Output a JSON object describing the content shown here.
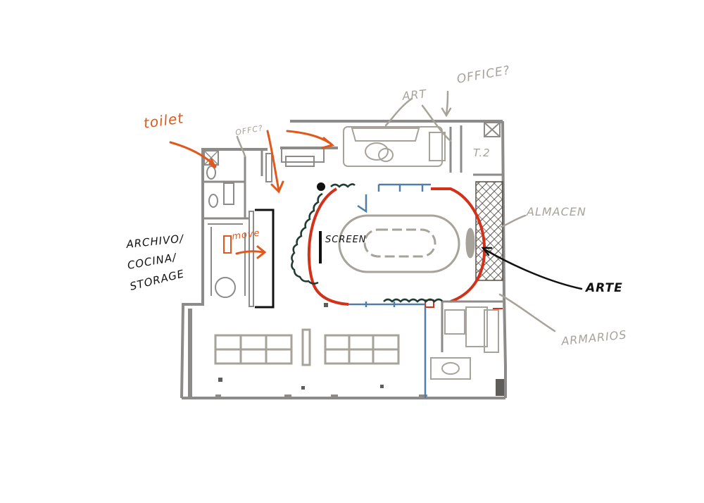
{
  "labels": {
    "toilet": "toilet",
    "office": "OFFICE?",
    "art_top": "ART",
    "office_small": "OFFC?",
    "t2": "T.2",
    "almacen": "ALMACEN",
    "arte": "ARTE",
    "armarios": "ARMARIOS",
    "screen": "SCREEN",
    "archive_line1": "ARCHIVO/",
    "archive_line2": "COCINA/",
    "archive_line3": "STORAGE",
    "move": "move"
  },
  "colors": {
    "wall": "#8c8b89",
    "orange": "#e0581b",
    "red": "#d2321a",
    "blue": "#4f7fa6",
    "green": "#1f3b33",
    "black": "#111111",
    "hatch": "#5a5049",
    "furniture": "#a7a39a"
  }
}
